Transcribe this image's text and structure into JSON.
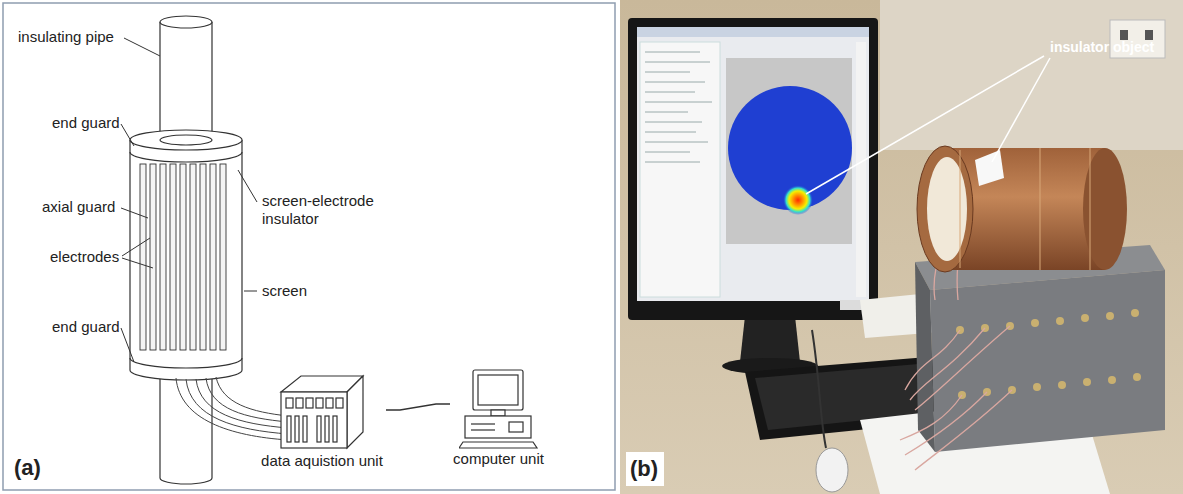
{
  "diagram": {
    "nodes": [
      {
        "text": [
          "data aquistion unit"
        ]
      },
      {
        "text": [
          "computer unit"
        ]
      }
    ],
    "edges": [
      {
        "from": 0,
        "to": 1,
        "arrow": "none"
      }
    ],
    "labels": [
      "insulating pipe",
      "end guard",
      "axial guard",
      "electrodes",
      "end guard",
      "screen-electrode insulator",
      "screen",
      "(a)",
      "insulator object",
      "(b)"
    ]
  }
}
